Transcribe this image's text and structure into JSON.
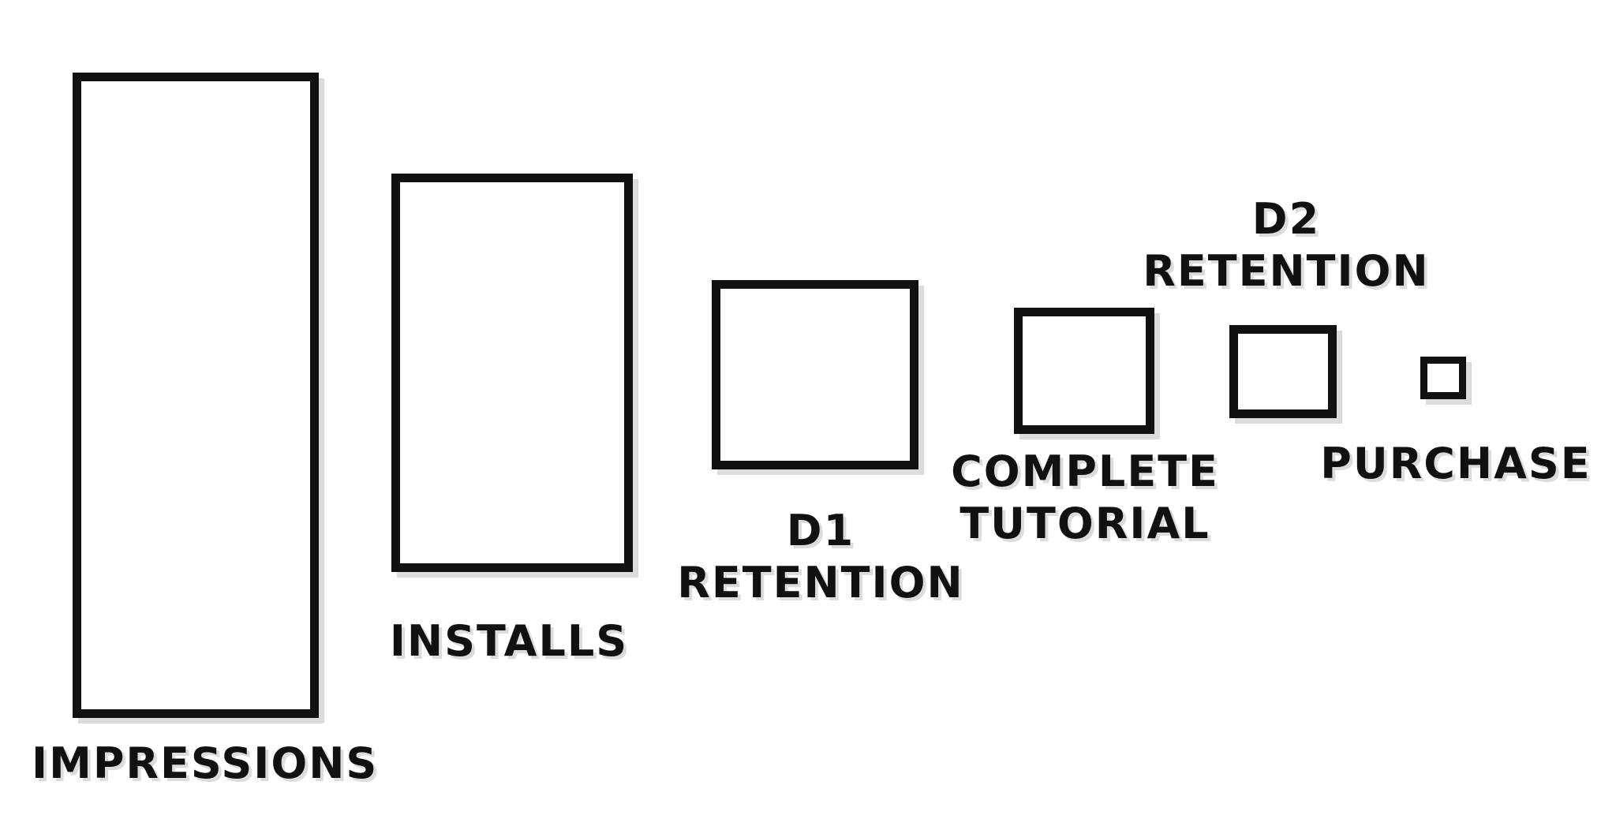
{
  "diagram": {
    "stages": [
      {
        "id": "impressions",
        "lines": [
          "IMPRESSIONS"
        ]
      },
      {
        "id": "installs",
        "lines": [
          "INSTALLS"
        ]
      },
      {
        "id": "d1-retention",
        "lines": [
          "D1",
          "RETENTION"
        ]
      },
      {
        "id": "complete-tutorial",
        "lines": [
          "COMPLETE",
          "TUTORIAL"
        ]
      },
      {
        "id": "d2-retention",
        "lines": [
          "D2",
          "RETENTION"
        ]
      },
      {
        "id": "purchase",
        "lines": [
          "PURCHASE"
        ]
      }
    ]
  }
}
